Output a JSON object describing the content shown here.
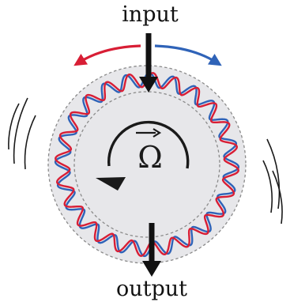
{
  "labels": {
    "input": "input",
    "output": "output",
    "rotation_symbol": "Ω"
  },
  "colors": {
    "red_wave": "#d81e35",
    "blue_wave": "#2f63b8",
    "disk_fill": "#e7e7ea",
    "disk_border": "#8a8a8a",
    "arrow": "#111111"
  },
  "icons": {
    "rotation": "circular-arrow-icon",
    "vector_arrow": "vector-arrow-icon"
  }
}
